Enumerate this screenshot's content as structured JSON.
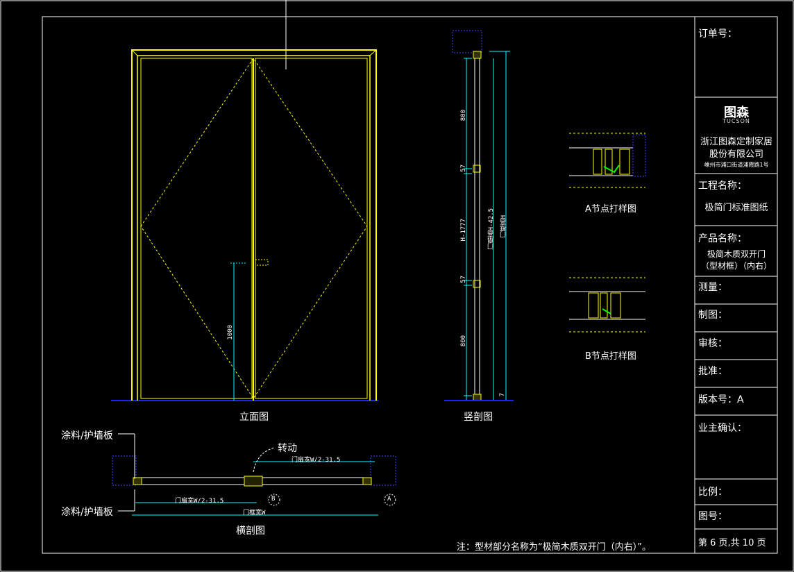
{
  "views": {
    "elevation_label": "立面图",
    "vertical_section_label": "竖剖图",
    "horizontal_section_label": "横剖图",
    "node_a_label": "A节点打样图",
    "node_b_label": "B节点打样图"
  },
  "annotations": {
    "wall_finish_top": "涂料/护墙板",
    "wall_finish_bottom": "涂料/护墙板",
    "rotate": "转动",
    "note": "注：型材部分名称为“极简木质双开门（内右）”。",
    "handle_height": "1000",
    "marker_a": "A",
    "marker_b": "B"
  },
  "dimensions": {
    "leaf_width_right": "门扇宽W/2-31.5",
    "leaf_width_left": "门扇宽W/2-31.5",
    "frame_width": "门框宽W",
    "seg_top": "800",
    "seg_hinge_top": "57",
    "seg_mid": "H-1777",
    "seg_hinge_bottom": "57",
    "seg_bottom": "800",
    "leaf_height": "门扇高H-42.5",
    "frame_height": "门框高H",
    "gap": "7"
  },
  "title_block": {
    "order_no_label": "订单号：",
    "logo": "图森",
    "logo_en": "TUCSON",
    "company_line1": "浙江图森定制家居",
    "company_line2": "股份有限公司",
    "company_address": "嵊州市浦口街道浦霞路1号",
    "project_label": "工程名称：",
    "project_name": "极简门标准图纸",
    "product_label": "产品名称：",
    "product_name_line1": "极简木质双开门",
    "product_name_line2": "（型材框）（内右）",
    "measure_label": "测量：",
    "draw_label": "制图：",
    "review_label": "审核：",
    "approve_label": "批准：",
    "version_label": "版本号：A",
    "owner_confirm_label": "业主确认：",
    "scale_label": "比例：",
    "drawing_no_label": "图号：",
    "page_label": "第 6 页,共 10 页"
  },
  "colors": {
    "background": "#000000",
    "frame": "#ffff00",
    "dimension": "#00ffff",
    "border": "#ffffff",
    "ground": "#0000ff",
    "profile_green": "#00ff00"
  }
}
